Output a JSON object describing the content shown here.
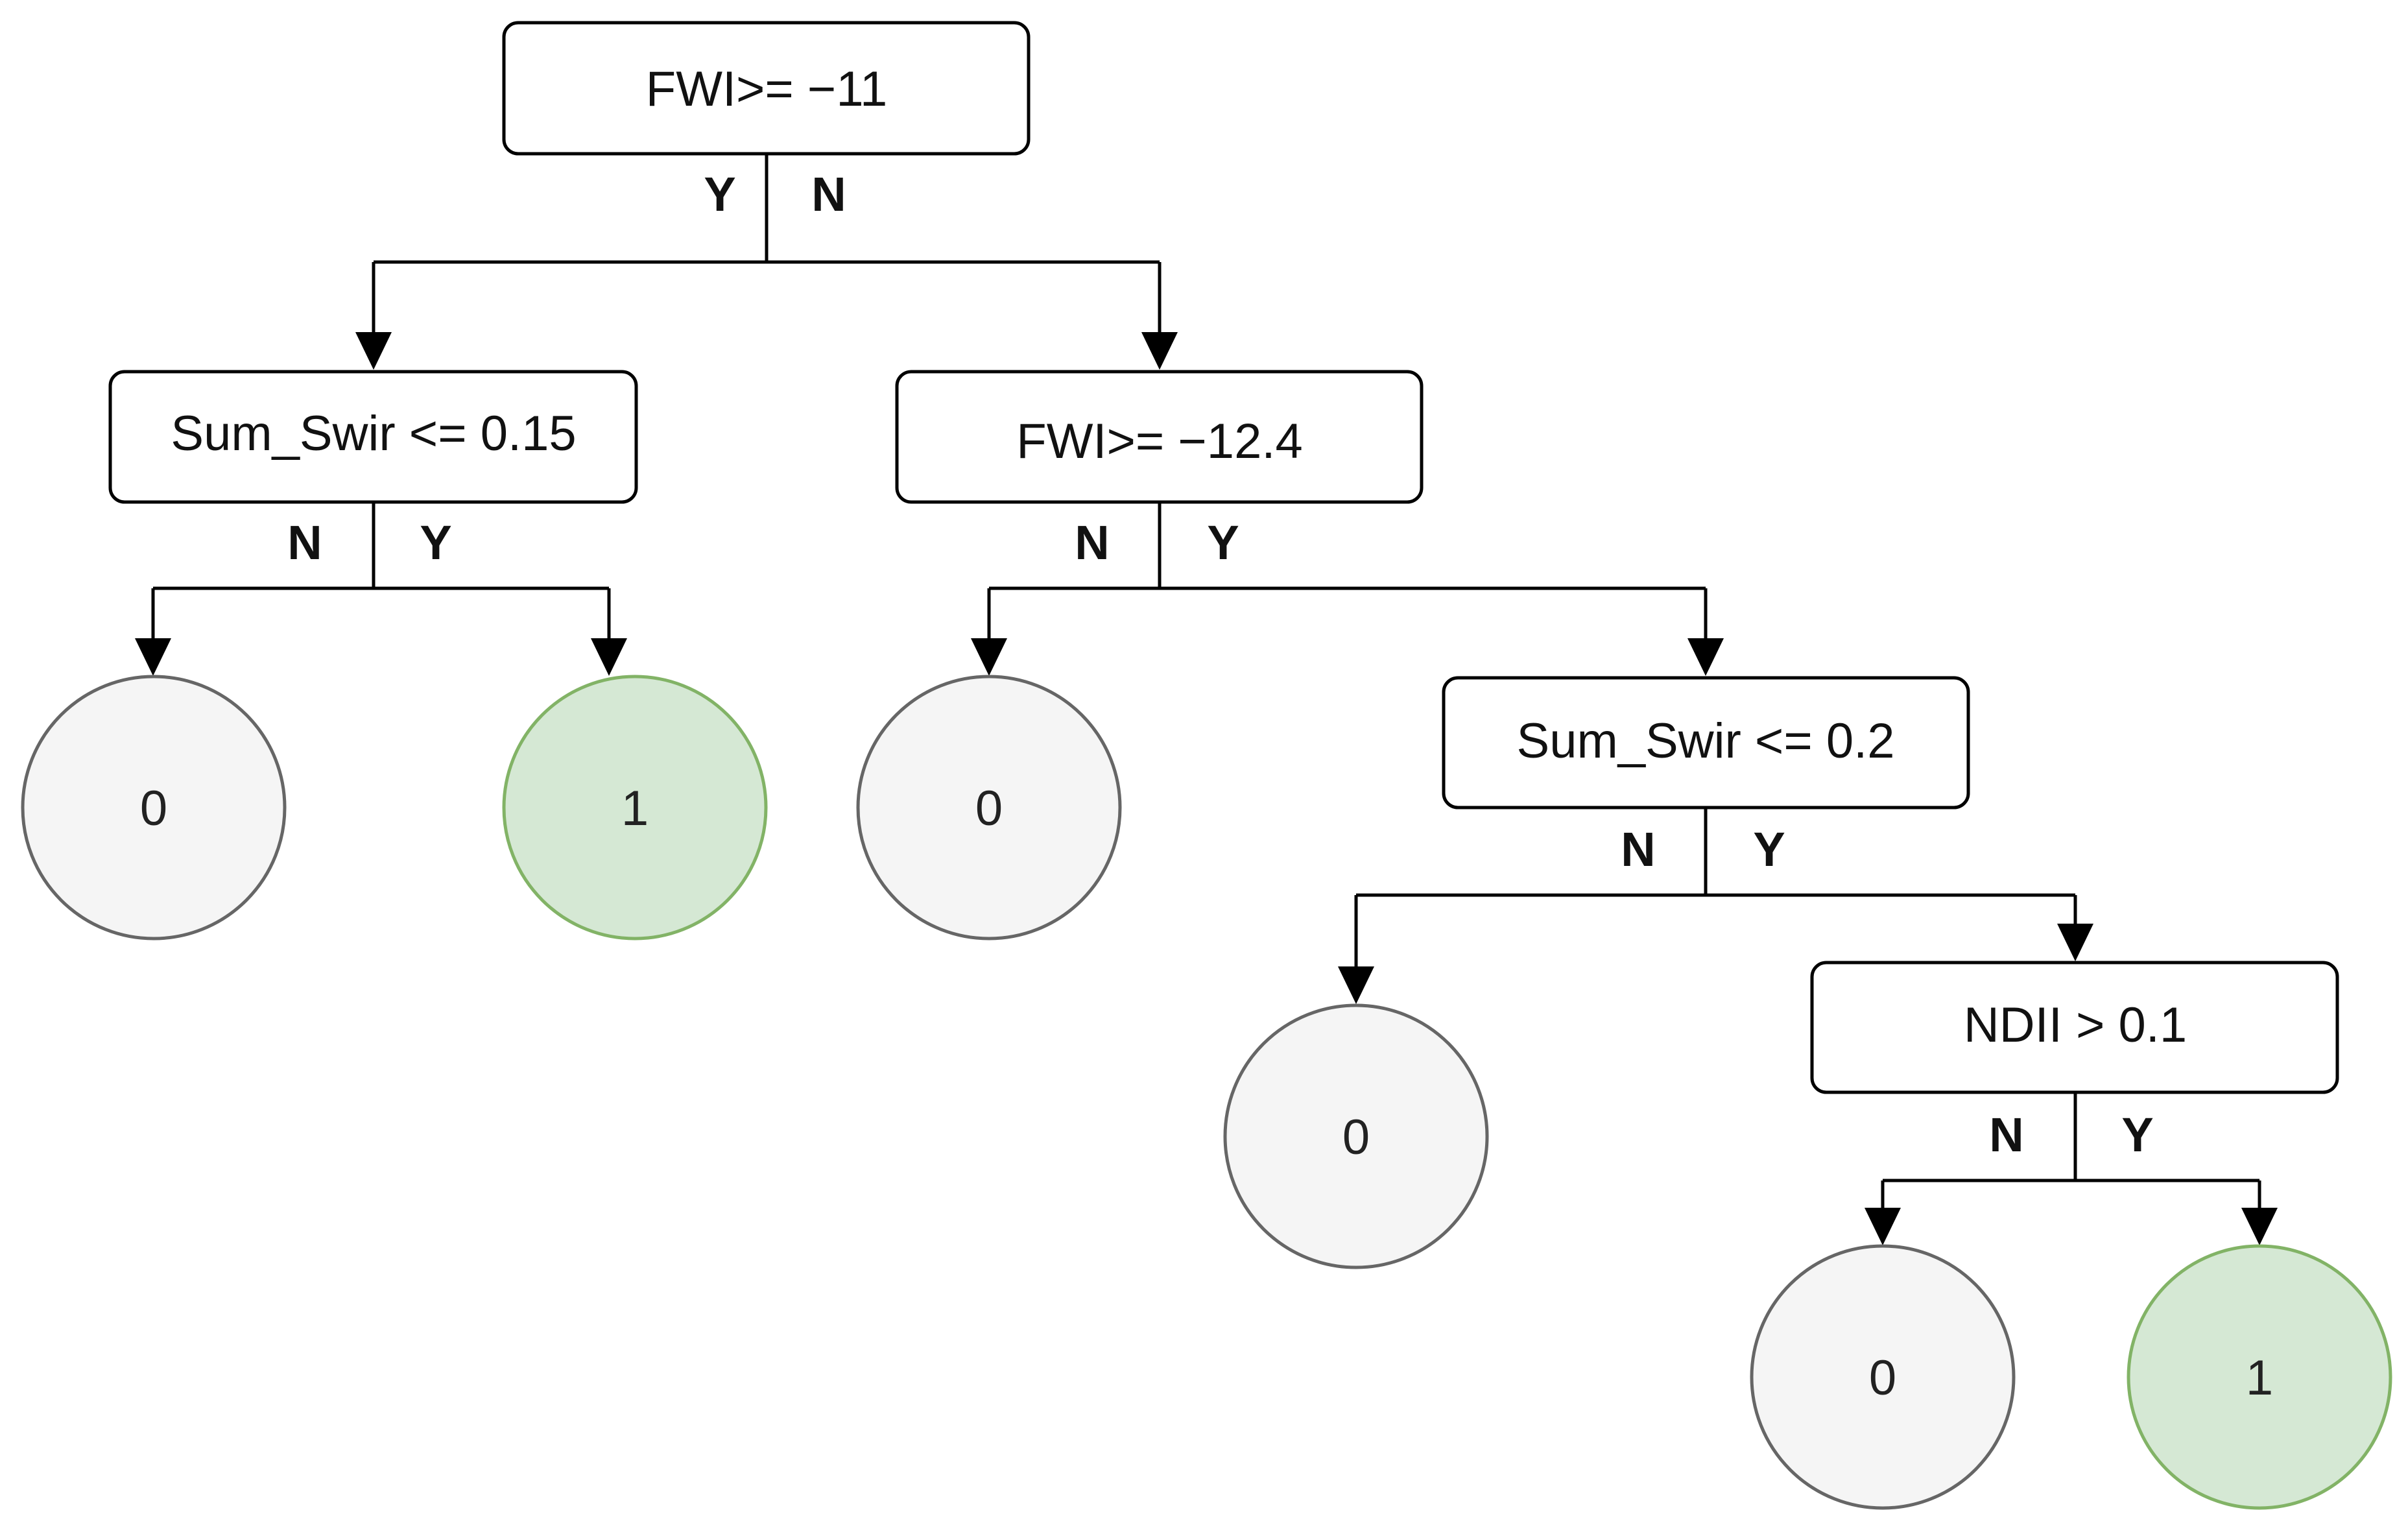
{
  "nodes": {
    "root": "FWI>= −11",
    "left_split": "Sum_Swir <= 0.15",
    "right_split": "FWI>= −12.4",
    "mid_split": "Sum_Swir <= 0.2",
    "deep_split": "NDII > 0.1"
  },
  "branches": {
    "root_left": "Y",
    "root_right": "N",
    "left_split_left": "N",
    "left_split_right": "Y",
    "right_split_left": "N",
    "right_split_right": "Y",
    "mid_split_left": "N",
    "mid_split_right": "Y",
    "deep_split_left": "N",
    "deep_split_right": "Y"
  },
  "leaves": {
    "leaf_a": "0",
    "leaf_b": "1",
    "leaf_c": "0",
    "leaf_d": "0",
    "leaf_e": "0",
    "leaf_f": "1"
  },
  "colors": {
    "negative_leaf_fill": "#f5f5f5",
    "negative_leaf_stroke": "#666666",
    "positive_leaf_fill": "#d5e8d4",
    "positive_leaf_stroke": "#82b366"
  }
}
